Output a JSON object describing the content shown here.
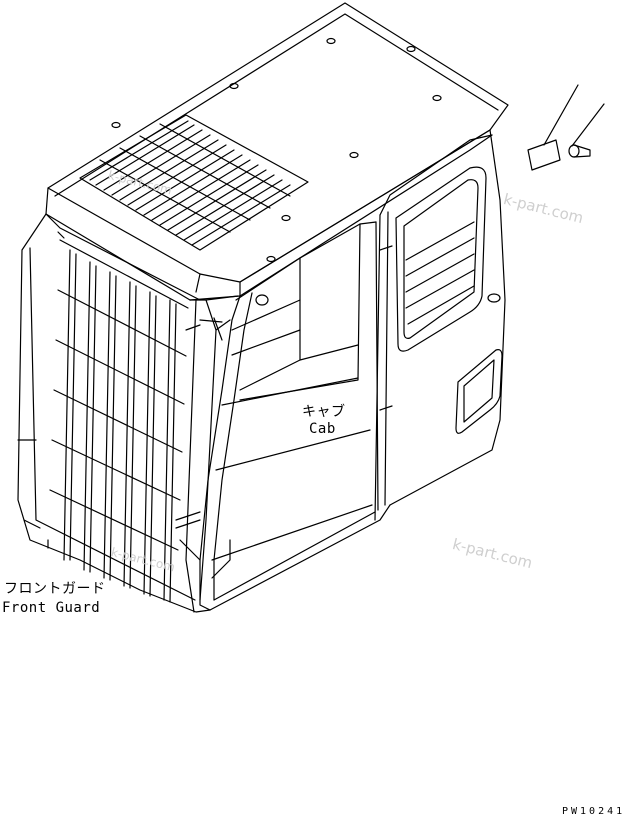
{
  "labels": {
    "cab_jp": "キャブ",
    "cab_en": "Cab",
    "front_guard_jp": "フロントガード",
    "front_guard_en": "Front Guard",
    "drawing_code": "PW10241"
  },
  "watermark": {
    "text": "k-part.com"
  },
  "colors": {
    "line": "#000000",
    "background": "#ffffff",
    "watermark": "#cfcfcf"
  }
}
